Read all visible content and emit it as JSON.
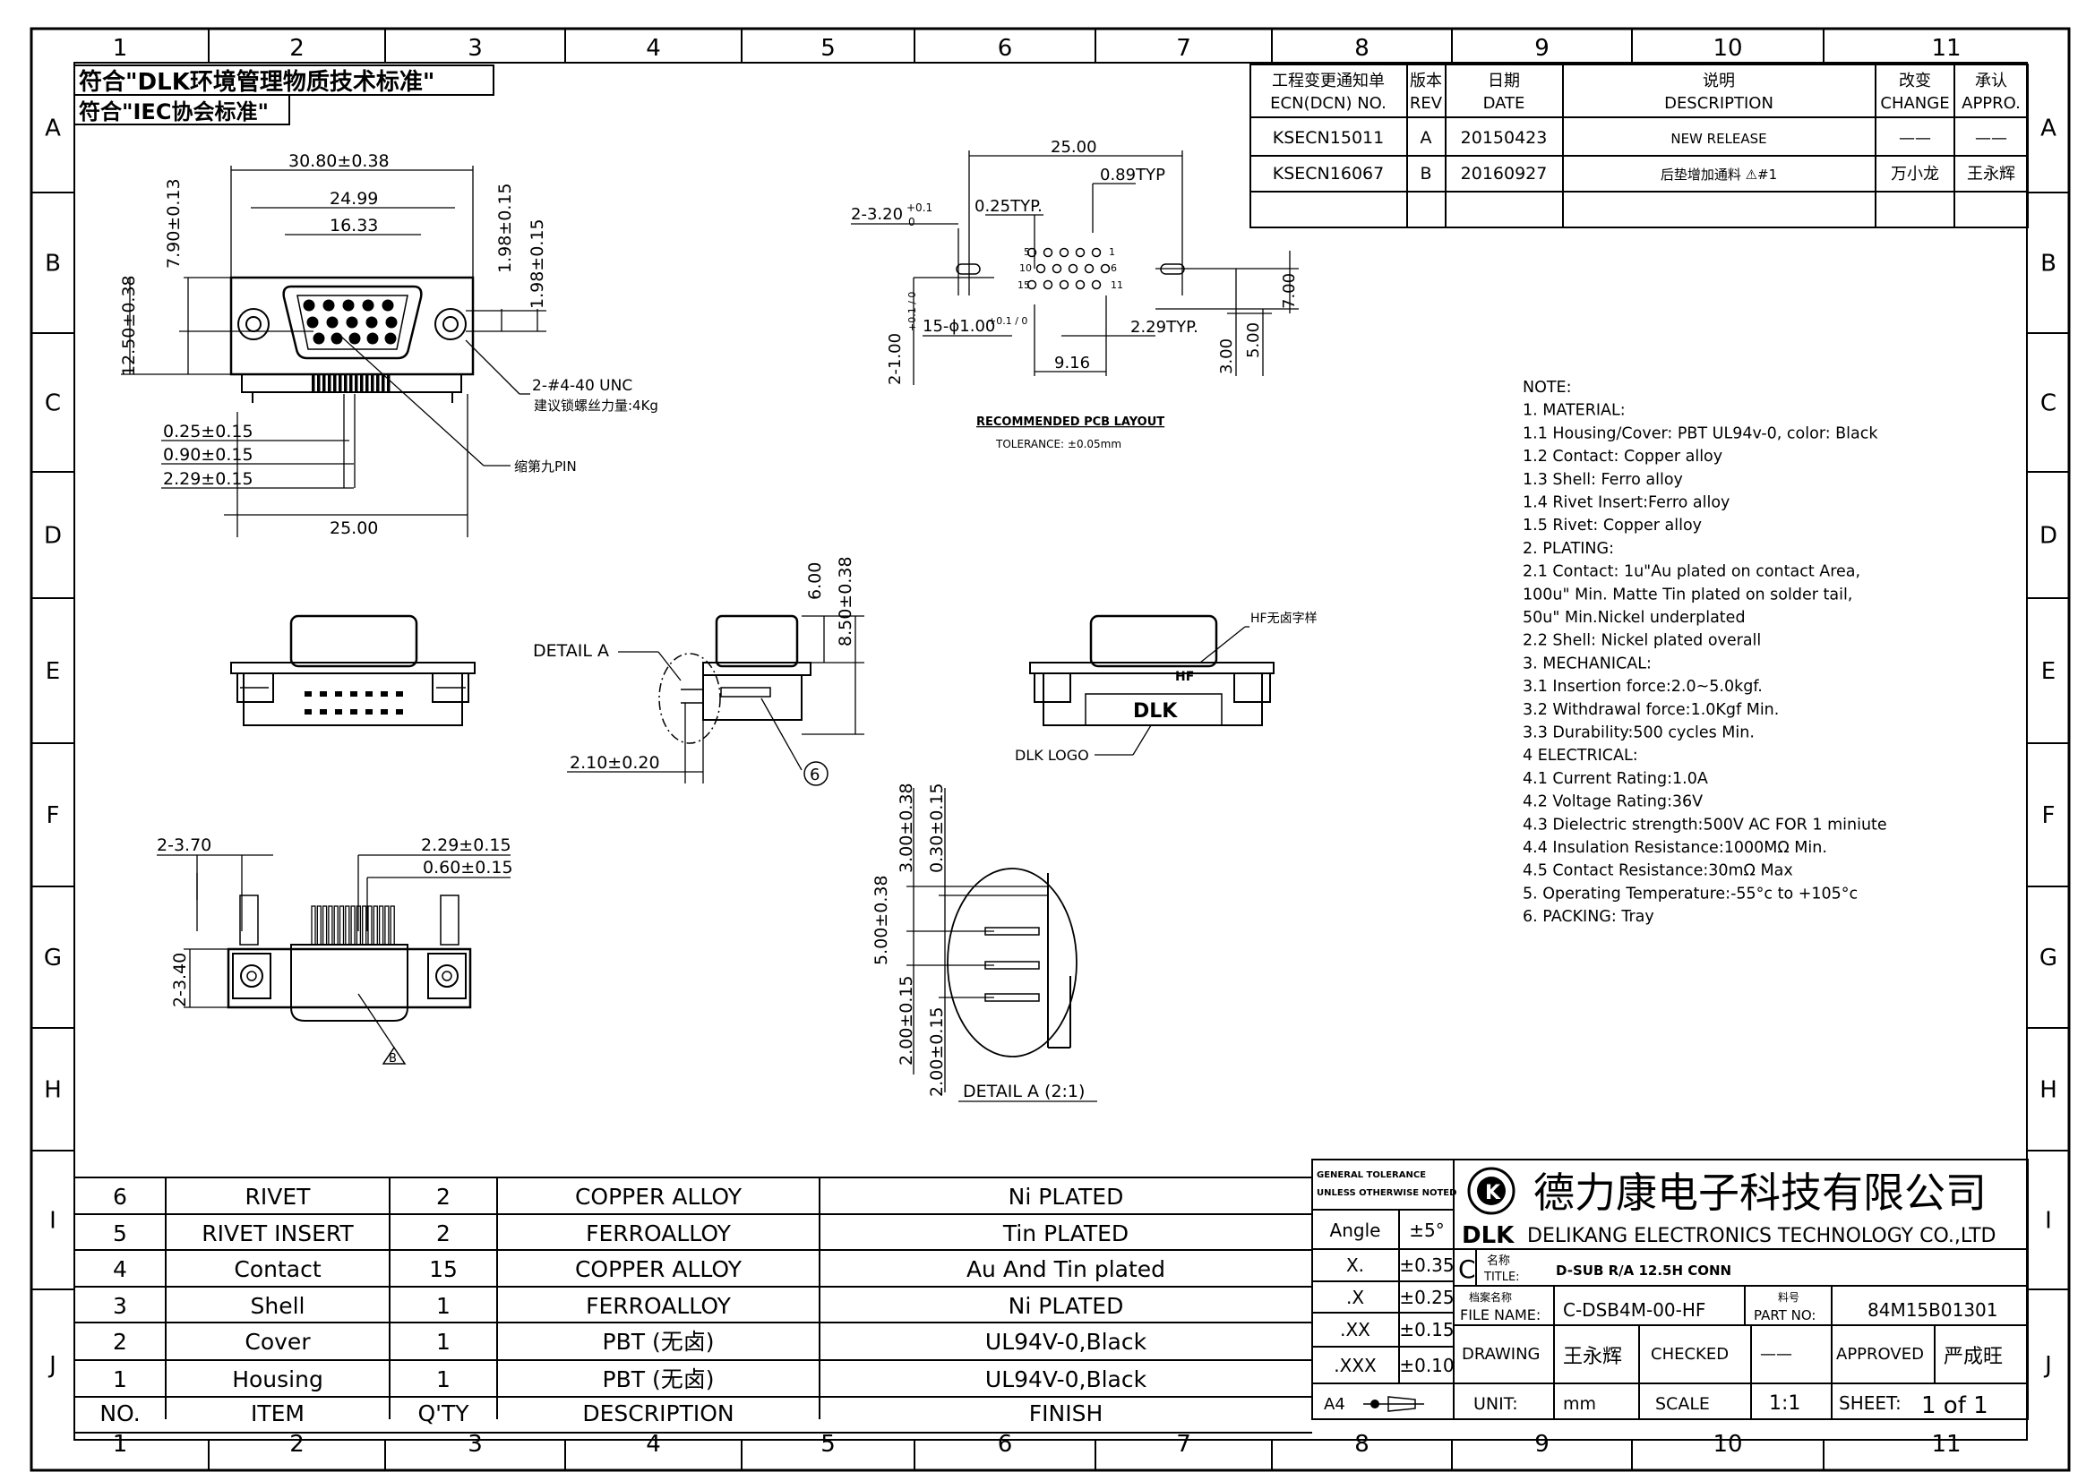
{
  "frame": {
    "col_labels": [
      "1",
      "2",
      "3",
      "4",
      "5",
      "6",
      "7",
      "8",
      "9",
      "10",
      "11"
    ],
    "row_labels_left": [
      "A",
      "B",
      "C",
      "D",
      "E",
      "F",
      "G",
      "H",
      "I",
      "J"
    ],
    "row_labels_right": [
      "A",
      "B",
      "C",
      "D",
      "E",
      "F",
      "G",
      "H",
      "I",
      "J"
    ]
  },
  "compliance": {
    "line1": "符合\"DLK环境管理物质技术标准\"",
    "line2": "符合\"IEC协会标准\""
  },
  "revision": {
    "headers": {
      "ecn_cn": "工程变更通知单",
      "ecn_en": "ECN(DCN) NO.",
      "rev_cn": "版本",
      "rev_en": "REV",
      "date_cn": "日期",
      "date_en": "DATE",
      "desc_cn": "说明",
      "desc_en": "DESCRIPTION",
      "change_cn": "改变",
      "change_en": "CHANGE",
      "appro_cn": "承认",
      "appro_en": "APPRO."
    },
    "rows": [
      {
        "ecn": "KSECN15011",
        "rev": "A",
        "date": "20150423",
        "desc": "NEW RELEASE",
        "change": "——",
        "appro": "——"
      },
      {
        "ecn": "KSECN16067",
        "rev": "B",
        "date": "20160927",
        "desc": "后垫增加通料 ⚠#1",
        "change": "万小龙",
        "appro": "王永辉"
      }
    ]
  },
  "front_view_dims": {
    "overall_width": "30.80±0.38",
    "shell_width": "24.99",
    "inner_width": "16.33",
    "height_left": "7.90±0.13",
    "overall_height": "12.50±0.38",
    "pin_row_1": "1.98±0.15",
    "pin_row_2": "1.98±0.15",
    "thread": "2-#4-40 UNC",
    "torque_note": "建议锁螺丝力量:4Kg",
    "pin_note": "缩第九PIN",
    "dim_a": "0.25±0.15",
    "dim_b": "0.90±0.15",
    "dim_c": "2.29±0.15",
    "bottom_width": "25.00"
  },
  "pcb_layout": {
    "width": "25.00",
    "pitch_typ": "0.89TYP",
    "slot": "2-3.20",
    "slot_tol_upper": "+0.1",
    "slot_tol_lower": "0",
    "thickness_typ": "0.25TYP.",
    "slot_width": "2-1.00",
    "slot_width_tol": "+0.1 / 0",
    "holes": "15-ϕ1.00",
    "holes_tol": "+0.1 / 0",
    "spacing_typ": "2.29TYP.",
    "span": "9.16",
    "dim_3": "3.00",
    "dim_5": "5.00",
    "dim_7": "7.00",
    "title": "RECOMMENDED PCB LAYOUT",
    "tolerance": "TOLERANCE: ±0.05mm",
    "pin_numbers": [
      "5",
      "1",
      "10",
      "6",
      "15",
      "11"
    ]
  },
  "side_view": {
    "detail_label": "DETAIL A",
    "dim_6": "6.00",
    "dim_85": "8.50±0.38",
    "dim_21": "2.10±0.20",
    "balloon": "6"
  },
  "rear_view": {
    "hf_note": "HF无卤字样",
    "hf_mark": "HF",
    "logo_label": "DLK LOGO",
    "logo": "DLK"
  },
  "bottom_view_dims": {
    "dim_370": "2-3.70",
    "dim_229": "2.29±0.15",
    "dim_060": "0.60±0.15",
    "dim_340": "2-3.40",
    "balloon": "B"
  },
  "detail_a": {
    "d300": "3.00±0.38",
    "d030": "0.30±0.15",
    "d500": "5.00±0.38",
    "d200a": "2.00±0.15",
    "d200b": "2.00±0.15",
    "caption": "DETAIL A (2:1)"
  },
  "notes": [
    "NOTE:",
    "1. MATERIAL:",
    "1.1 Housing/Cover: PBT UL94v-0, color: Black",
    "1.2 Contact: Copper alloy",
    "1.3 Shell: Ferro alloy",
    "1.4 Rivet Insert:Ferro alloy",
    "1.5 Rivet: Copper alloy",
    "2. PLATING:",
    "2.1 Contact: 1u\"Au plated on contact Area,",
    "      100u\" Min. Matte Tin plated on solder tail,",
    "      50u\" Min.Nickel underplated",
    "2.2 Shell: Nickel plated overall",
    "3.   MECHANICAL:",
    "3.1 Insertion force:2.0~5.0kgf.",
    "3.2 Withdrawal force:1.0Kgf Min.",
    "3.3 Durability:500 cycles Min.",
    "4    ELECTRICAL:",
    "4.1 Current Rating:1.0A",
    "4.2 Voltage Rating:36V",
    "4.3 Dielectric strength:500V AC FOR 1 miniute",
    "4.4 Insulation Resistance:1000MΩ Min.",
    "4.5 Contact Resistance:30mΩ Max",
    "5. Operating Temperature:-55°c to +105°c",
    "6. PACKING: Tray"
  ],
  "bom": {
    "headers": [
      "NO.",
      "ITEM",
      "Q'TY",
      "DESCRIPTION",
      "FINISH"
    ],
    "rows": [
      [
        "6",
        "RIVET",
        "2",
        "COPPER ALLOY",
        "Ni PLATED"
      ],
      [
        "5",
        "RIVET INSERT",
        "2",
        "FERROALLOY",
        "Tin PLATED"
      ],
      [
        "4",
        "Contact",
        "15",
        "COPPER ALLOY",
        "Au And Tin plated"
      ],
      [
        "3",
        "Shell",
        "1",
        "FERROALLOY",
        "Ni PLATED"
      ],
      [
        "2",
        "Cover",
        "1",
        "PBT (无卤)",
        "UL94V-0,Black"
      ],
      [
        "1",
        "Housing",
        "1",
        "PBT (无卤)",
        "UL94V-0,Black"
      ]
    ]
  },
  "tolerance_block": {
    "header1": "GENERAL TOLERANCE",
    "header2": "UNLESS OTHERWISE NOTED",
    "rows": [
      [
        "Angle",
        "±5°"
      ],
      [
        "X.",
        "±0.35"
      ],
      [
        ".X",
        "±0.25"
      ],
      [
        ".XX",
        "±0.15"
      ],
      [
        ".XXX",
        "±0.10"
      ]
    ],
    "size": "A4"
  },
  "title_block": {
    "company_cn": "德力康电子科技有限公司",
    "logo": "DLK",
    "company_en": "DELIKANG ELECTRONICS TECHNOLOGY CO.,LTD",
    "rev_letter": "C",
    "title_label_cn": "名称",
    "title_label_en": "TITLE:",
    "title": "D-SUB R/A 12.5H CONN",
    "file_label_cn": "档案名称",
    "file_label_en": "FILE NAME:",
    "file_name": "C-DSB4M-00-HF",
    "part_label_cn": "料号",
    "part_label_en": "PART NO:",
    "part_no": "84M15B01301",
    "drawing_label": "DRAWING",
    "drawing_by": "王永辉",
    "checked_label": "CHECKED",
    "checked_by": "——",
    "approved_label": "APPROVED",
    "approved_by": "严成旺",
    "unit_label": "UNIT:",
    "unit": "mm",
    "scale_label": "SCALE",
    "scale": "1:1",
    "sheet_label": "SHEET:",
    "sheet": "1 of 1"
  }
}
